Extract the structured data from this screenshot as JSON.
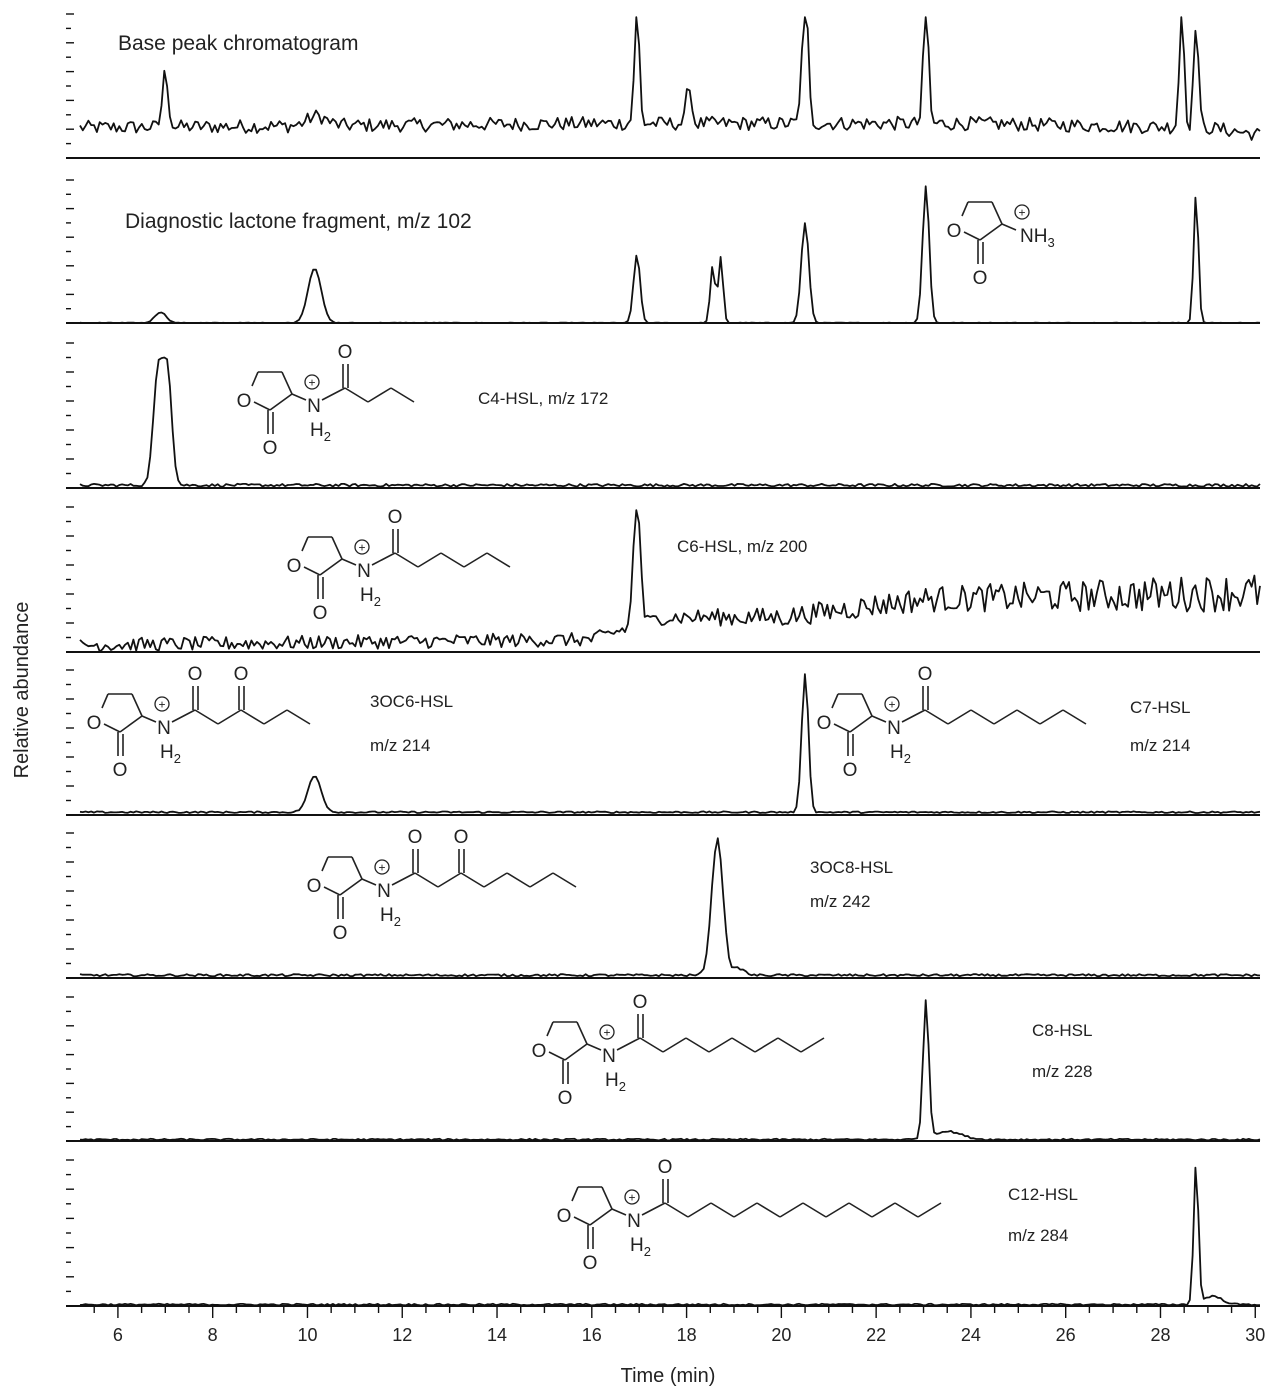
{
  "chart_data": {
    "type": "line",
    "title": "",
    "xlabel": "Time (min)",
    "ylabel": "Relative abundance",
    "xlim": [
      5.2,
      30.1
    ],
    "x_ticks": [
      6,
      8,
      10,
      12,
      14,
      16,
      18,
      20,
      22,
      24,
      26,
      28,
      30
    ],
    "grid": false,
    "series": [
      {
        "name": "Base peak chromatogram",
        "text_lines": [],
        "baseline": 0.22,
        "noise": 0.05,
        "peaks": [
          [
            7.0,
            0.4,
            0.06
          ],
          [
            10.2,
            0.07,
            0.2
          ],
          [
            16.95,
            0.88,
            0.05
          ],
          [
            18.05,
            0.3,
            0.05
          ],
          [
            20.5,
            1.0,
            0.06
          ],
          [
            23.05,
            1.0,
            0.05
          ],
          [
            28.45,
            0.87,
            0.05
          ],
          [
            28.75,
            0.77,
            0.05
          ]
        ],
        "drift": [
          [
            5.2,
            0.0
          ],
          [
            16.0,
            0.03
          ],
          [
            24.0,
            0.03
          ],
          [
            29.0,
            0.0
          ],
          [
            30.1,
            -0.05
          ]
        ]
      },
      {
        "name": "Diagnostic lactone fragment, m/z 102",
        "text_lines": [],
        "baseline": 0.0,
        "noise": 0.003,
        "peaks": [
          [
            6.9,
            0.08,
            0.12
          ],
          [
            10.15,
            0.4,
            0.14
          ],
          [
            16.95,
            0.5,
            0.07
          ],
          [
            18.55,
            0.42,
            0.05
          ],
          [
            18.72,
            0.48,
            0.05
          ],
          [
            20.5,
            0.73,
            0.08
          ],
          [
            23.05,
            1.0,
            0.07
          ],
          [
            28.75,
            0.95,
            0.05
          ]
        ],
        "drift": []
      },
      {
        "name": "C4-HSL, m/z 172",
        "text_lines": [
          "C4-HSL, m/z 172"
        ],
        "baseline": 0.02,
        "noise": 0.01,
        "peaks": [
          [
            6.85,
            0.82,
            0.1
          ],
          [
            7.05,
            0.78,
            0.09
          ]
        ],
        "drift": []
      },
      {
        "name": "C6-HSL, m/z 200",
        "text_lines": [
          "C6-HSL, m/z 200"
        ],
        "baseline": 0.05,
        "noise": 0.05,
        "peaks": [
          [
            16.95,
            0.95,
            0.07
          ]
        ],
        "drift": [
          [
            5.2,
            0.0
          ],
          [
            16.0,
            0.04
          ],
          [
            17.5,
            0.2
          ],
          [
            20.0,
            0.2
          ],
          [
            23.0,
            0.33
          ],
          [
            30.1,
            0.38
          ]
        ],
        "noise_growth": true
      },
      {
        "name": "3OC6-HSL m/z 214 / C7-HSL m/z 214",
        "text_lines": [
          "3OC6-HSL",
          "m/z 214",
          "C7-HSL",
          "m/z 214"
        ],
        "baseline": 0.02,
        "noise": 0.006,
        "peaks": [
          [
            10.15,
            0.26,
            0.14
          ],
          [
            20.5,
            1.0,
            0.07
          ]
        ],
        "drift": []
      },
      {
        "name": "3OC8-HSL m/z 242",
        "text_lines": [
          "3OC8-HSL",
          "m/z 242"
        ],
        "baseline": 0.02,
        "noise": 0.008,
        "peaks": [
          [
            18.65,
            0.98,
            0.12
          ],
          [
            19.1,
            0.05,
            0.12
          ]
        ],
        "drift": []
      },
      {
        "name": "C8-HSL m/z 228",
        "text_lines": [
          "C8-HSL",
          "m/z 228"
        ],
        "baseline": 0.01,
        "noise": 0.006,
        "peaks": [
          [
            23.05,
            1.0,
            0.06
          ],
          [
            23.5,
            0.06,
            0.3
          ]
        ],
        "drift": []
      },
      {
        "name": "C12-HSL m/z 284",
        "text_lines": [
          "C12-HSL",
          "m/z 284"
        ],
        "baseline": 0.01,
        "noise": 0.006,
        "peaks": [
          [
            28.75,
            1.0,
            0.05
          ],
          [
            29.1,
            0.06,
            0.2
          ]
        ],
        "drift": []
      }
    ],
    "structure_labels": {
      "ring_O": "O",
      "carbonyl_O": "O",
      "N": "N",
      "H2": "H",
      "H_sub": "2",
      "NH3": "NH",
      "NH3_sub": "3",
      "plus": "+"
    }
  }
}
